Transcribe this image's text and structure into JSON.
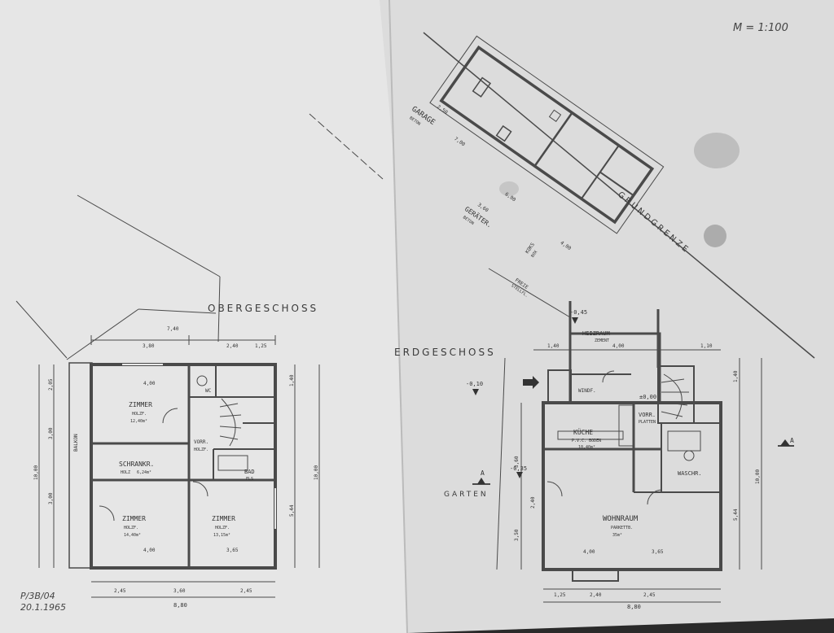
{
  "scale": "M = 1:100",
  "stamp": {
    "line1": "P/3B/04",
    "line2": "20.1.1965"
  },
  "upper_floor": {
    "title": "OBERGESCHOSS",
    "rooms": [
      {
        "name": "ZIMMER",
        "floor": "HOLZF.",
        "area": "12,40m²"
      },
      {
        "name": "SCHRANKR.",
        "floor": "HOLZ",
        "area": "6,24m²"
      },
      {
        "name": "ZIMMER",
        "floor": "HOLZF.",
        "area": "14,40m²"
      },
      {
        "name": "ZIMMER",
        "floor": "HOLZF.",
        "area": "13,15m²"
      },
      {
        "name": "VORR.",
        "floor": "HOLZF.",
        "area": ""
      },
      {
        "name": "BAD",
        "floor": "FLS",
        "area": ""
      },
      {
        "name": "WC",
        "floor": "",
        "area": ""
      }
    ],
    "balcony": "BALKON",
    "dims_top": [
      "7,40",
      "3,80",
      "2,40",
      "1,25"
    ],
    "dims_bottom": [
      "2,45",
      "3,60",
      "2,45"
    ],
    "total_width": "8,80",
    "dims_inner": [
      "4,00",
      "4,00",
      "3,65"
    ],
    "dims_left": [
      "2,05",
      "3,00",
      "3,00",
      "10,00"
    ],
    "dims_right": [
      "10,00",
      "5,44",
      "1,40"
    ]
  },
  "ground_floor": {
    "title": "ERDGESCHOSS",
    "rooms": [
      {
        "name": "GARAGE",
        "floor": "BETON",
        "area": ""
      },
      {
        "name": "GERÄTER.",
        "floor": "BETON",
        "area": ""
      },
      {
        "name": "KOKS",
        "floor": "BOX",
        "area": ""
      },
      {
        "name": "FREIE",
        "floor": "STELLFL.",
        "area": ""
      },
      {
        "name": "HEIZRAUM",
        "floor": "ZEMENT",
        "area": ""
      },
      {
        "name": "WINDF.",
        "floor": "",
        "area": ""
      },
      {
        "name": "KÜCHE",
        "floor": "P.V.C. BODEN",
        "area": "10,40m²"
      },
      {
        "name": "VORR.",
        "floor": "PLATTEN",
        "area": ""
      },
      {
        "name": "WASCHR.",
        "floor": "",
        "area": ""
      },
      {
        "name": "WOHNRAUM",
        "floor": "PARKETTB.",
        "area": "35m²"
      }
    ],
    "garden": "GARTEN",
    "boundary": "GRUNDGRENZE",
    "level_labels": [
      "-0,10",
      "-0,35",
      "-0,45",
      "±0,00"
    ],
    "section_mark": "A",
    "dims_top": [
      "1,40",
      "4,00",
      "1,10"
    ],
    "dims_bottom": [
      "1,25",
      "2,40",
      "2,45"
    ],
    "total_width": "8,80",
    "dims_inner": [
      "4,00",
      "3,65"
    ],
    "dims_left": [
      "3,60",
      "3,50",
      "2,40"
    ],
    "dims_right": [
      "10,00",
      "5,44",
      "1,40"
    ],
    "garage_dims": [
      "6,00",
      "3,60",
      "2,50",
      "7,00",
      "4,00"
    ]
  }
}
